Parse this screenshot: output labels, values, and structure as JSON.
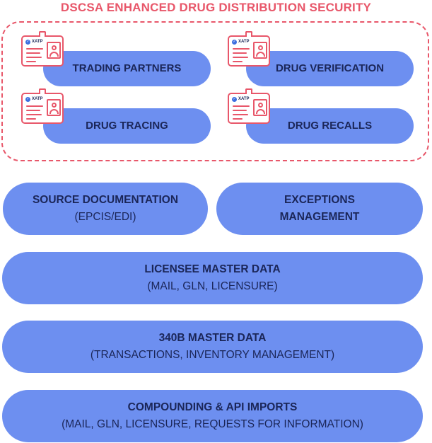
{
  "title": "DSCSA ENHANCED DRUG DISTRIBUTION SECURITY",
  "colors": {
    "accent_red": "#e8576a",
    "pill_blue": "#6d8ff0",
    "text_navy": "#1b2658",
    "badge_check": "#3d6fe0"
  },
  "badge": {
    "logo_text": "XATP",
    "icon": "id-card-icon"
  },
  "security_items": [
    {
      "label": "TRADING PARTNERS"
    },
    {
      "label": "DRUG VERIFICATION"
    },
    {
      "label": "DRUG TRACING"
    },
    {
      "label": "DRUG RECALLS"
    }
  ],
  "blocks": {
    "source_documentation": {
      "line1": "SOURCE DOCUMENTATION",
      "line2": "(EPCIS/EDI)"
    },
    "exceptions_management": {
      "line1": "EXCEPTIONS",
      "line2": "MANAGEMENT"
    },
    "licensee_master_data": {
      "line1": "LICENSEE MASTER DATA",
      "line2": "(MAIL, GLN, LICENSURE)"
    },
    "master_data_340b": {
      "line1": "340B MASTER DATA",
      "line2": "(TRANSACTIONS, INVENTORY MANAGEMENT)"
    },
    "compounding_api_imports": {
      "line1": "COMPOUNDING & API IMPORTS",
      "line2": "(MAIL, GLN, LICENSURE, REQUESTS FOR INFORMATION)"
    }
  }
}
